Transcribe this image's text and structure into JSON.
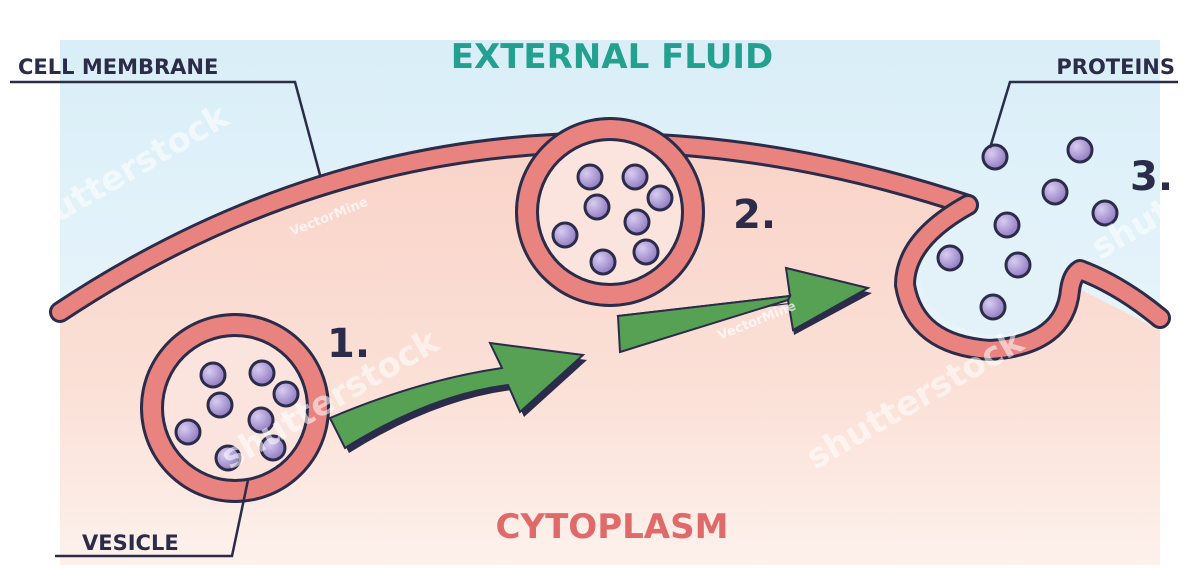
{
  "labels": {
    "external_fluid": "EXTERNAL FLUID",
    "cytoplasm": "CYTOPLASM",
    "cell_membrane": "CELL MEMBRANE",
    "vesicle": "VESICLE",
    "proteins": "PROTEINS"
  },
  "steps": [
    "1.",
    "2.",
    "3."
  ],
  "watermarks": [
    "shutterstock",
    "VectorMine"
  ],
  "colors": {
    "external_fluid_text": "#23a08f",
    "cytoplasm_text": "#e06a6a",
    "label_text": "#2b2b4a",
    "membrane_fill": "#e8837f",
    "membrane_stroke": "#2b2b4a",
    "cytoplasm_fill": "#f9d5cc",
    "external_fill": "#cfe9f5",
    "protein_fill": "#9b86c9",
    "arrow_fill": "#56a153"
  }
}
